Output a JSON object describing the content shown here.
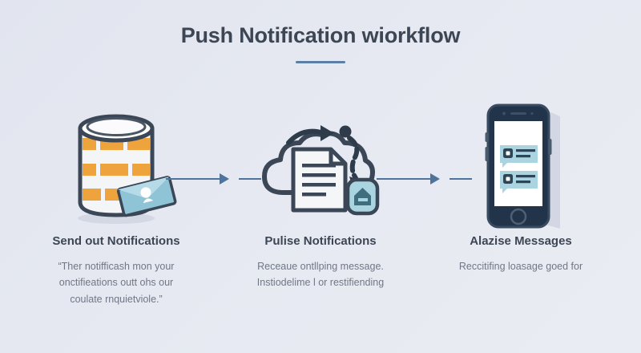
{
  "header": {
    "title": "Push Notification wiorkflow",
    "accent_color": "#5b7fa6"
  },
  "theme": {
    "background": "#e5e8f0",
    "heading_color": "#3c4654",
    "body_color": "#6f7787",
    "connector_color": "#4f739b",
    "orange": "#efa33d",
    "teal": "#a9d4e0",
    "dark_navy": "#223449",
    "outline": "#3b4756"
  },
  "connectors": [
    {
      "name": "connector-1",
      "style": "arrow-with-dash"
    },
    {
      "name": "connector-2",
      "style": "arrow-with-dash"
    }
  ],
  "stages": [
    {
      "icon": "database-notification-icon",
      "heading": "Send out Notifications",
      "body_lines": [
        "“Ther notifficash mon your",
        "onctifieations outt ohs our",
        "coulate rnquietviole.”"
      ]
    },
    {
      "icon": "cloud-document-icon",
      "heading": "Pulise Notifications",
      "body_lines": [
        "Receaue ontllping message.",
        "Instiodelime l or restifiending"
      ]
    },
    {
      "icon": "smartphone-messages-icon",
      "heading": "Alazise Messages",
      "body_lines": [
        "Reccitifing loasage goed for"
      ]
    }
  ]
}
